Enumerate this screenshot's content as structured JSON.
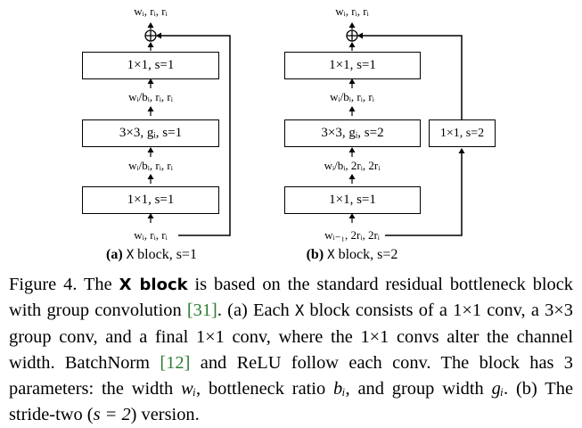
{
  "panel_a": {
    "top_label": "wᵢ, rᵢ, rᵢ",
    "box1": "1×1, s=1",
    "mid1": "wᵢ/bᵢ, rᵢ, rᵢ",
    "box2": "3×3, gᵢ, s=1",
    "mid2": "wᵢ/bᵢ, rᵢ, rᵢ",
    "box3": "1×1, s=1",
    "bottom_label": "wᵢ, rᵢ, rᵢ",
    "caption_tag": "(a)",
    "caption_x": "X",
    "caption_rest": "block, s=1"
  },
  "panel_b": {
    "top_label": "wᵢ, rᵢ, rᵢ",
    "box1": "1×1, s=1",
    "mid1": "wᵢ/bᵢ, rᵢ, rᵢ",
    "box2": "3×3, gᵢ, s=2",
    "mid2": "wᵢ/bᵢ, 2rᵢ, 2rᵢ",
    "box3": "1×1, s=1",
    "bottom_label": "wᵢ₋₁, 2rᵢ, 2rᵢ",
    "shortcut_box": "1×1, s=2",
    "caption_tag": "(b)",
    "caption_x": "X",
    "caption_rest": "block, s=2"
  },
  "caption": {
    "s1": "Figure 4. The ",
    "bold": "X block",
    "s2": " is based on the standard residual bottleneck block with group convolution ",
    "cite1": "[31]",
    "s3": ". (a) Each ",
    "x": "X",
    "s4": " block consists of a 1×1 conv, a 3×3 group conv, and a final 1×1 conv, where the 1×1 convs alter the channel width. BatchNorm ",
    "cite2": "[12]",
    "s5": " and ReLU follow each conv. The block has 3 parameters: the width ",
    "w": "wᵢ",
    "s6": ", bottleneck ratio ",
    "b": "bᵢ",
    "s7": ", and group width ",
    "g": "gᵢ",
    "s8": ". (b) The stride-two (",
    "s_eq": "s = 2",
    "s9": ") version."
  }
}
